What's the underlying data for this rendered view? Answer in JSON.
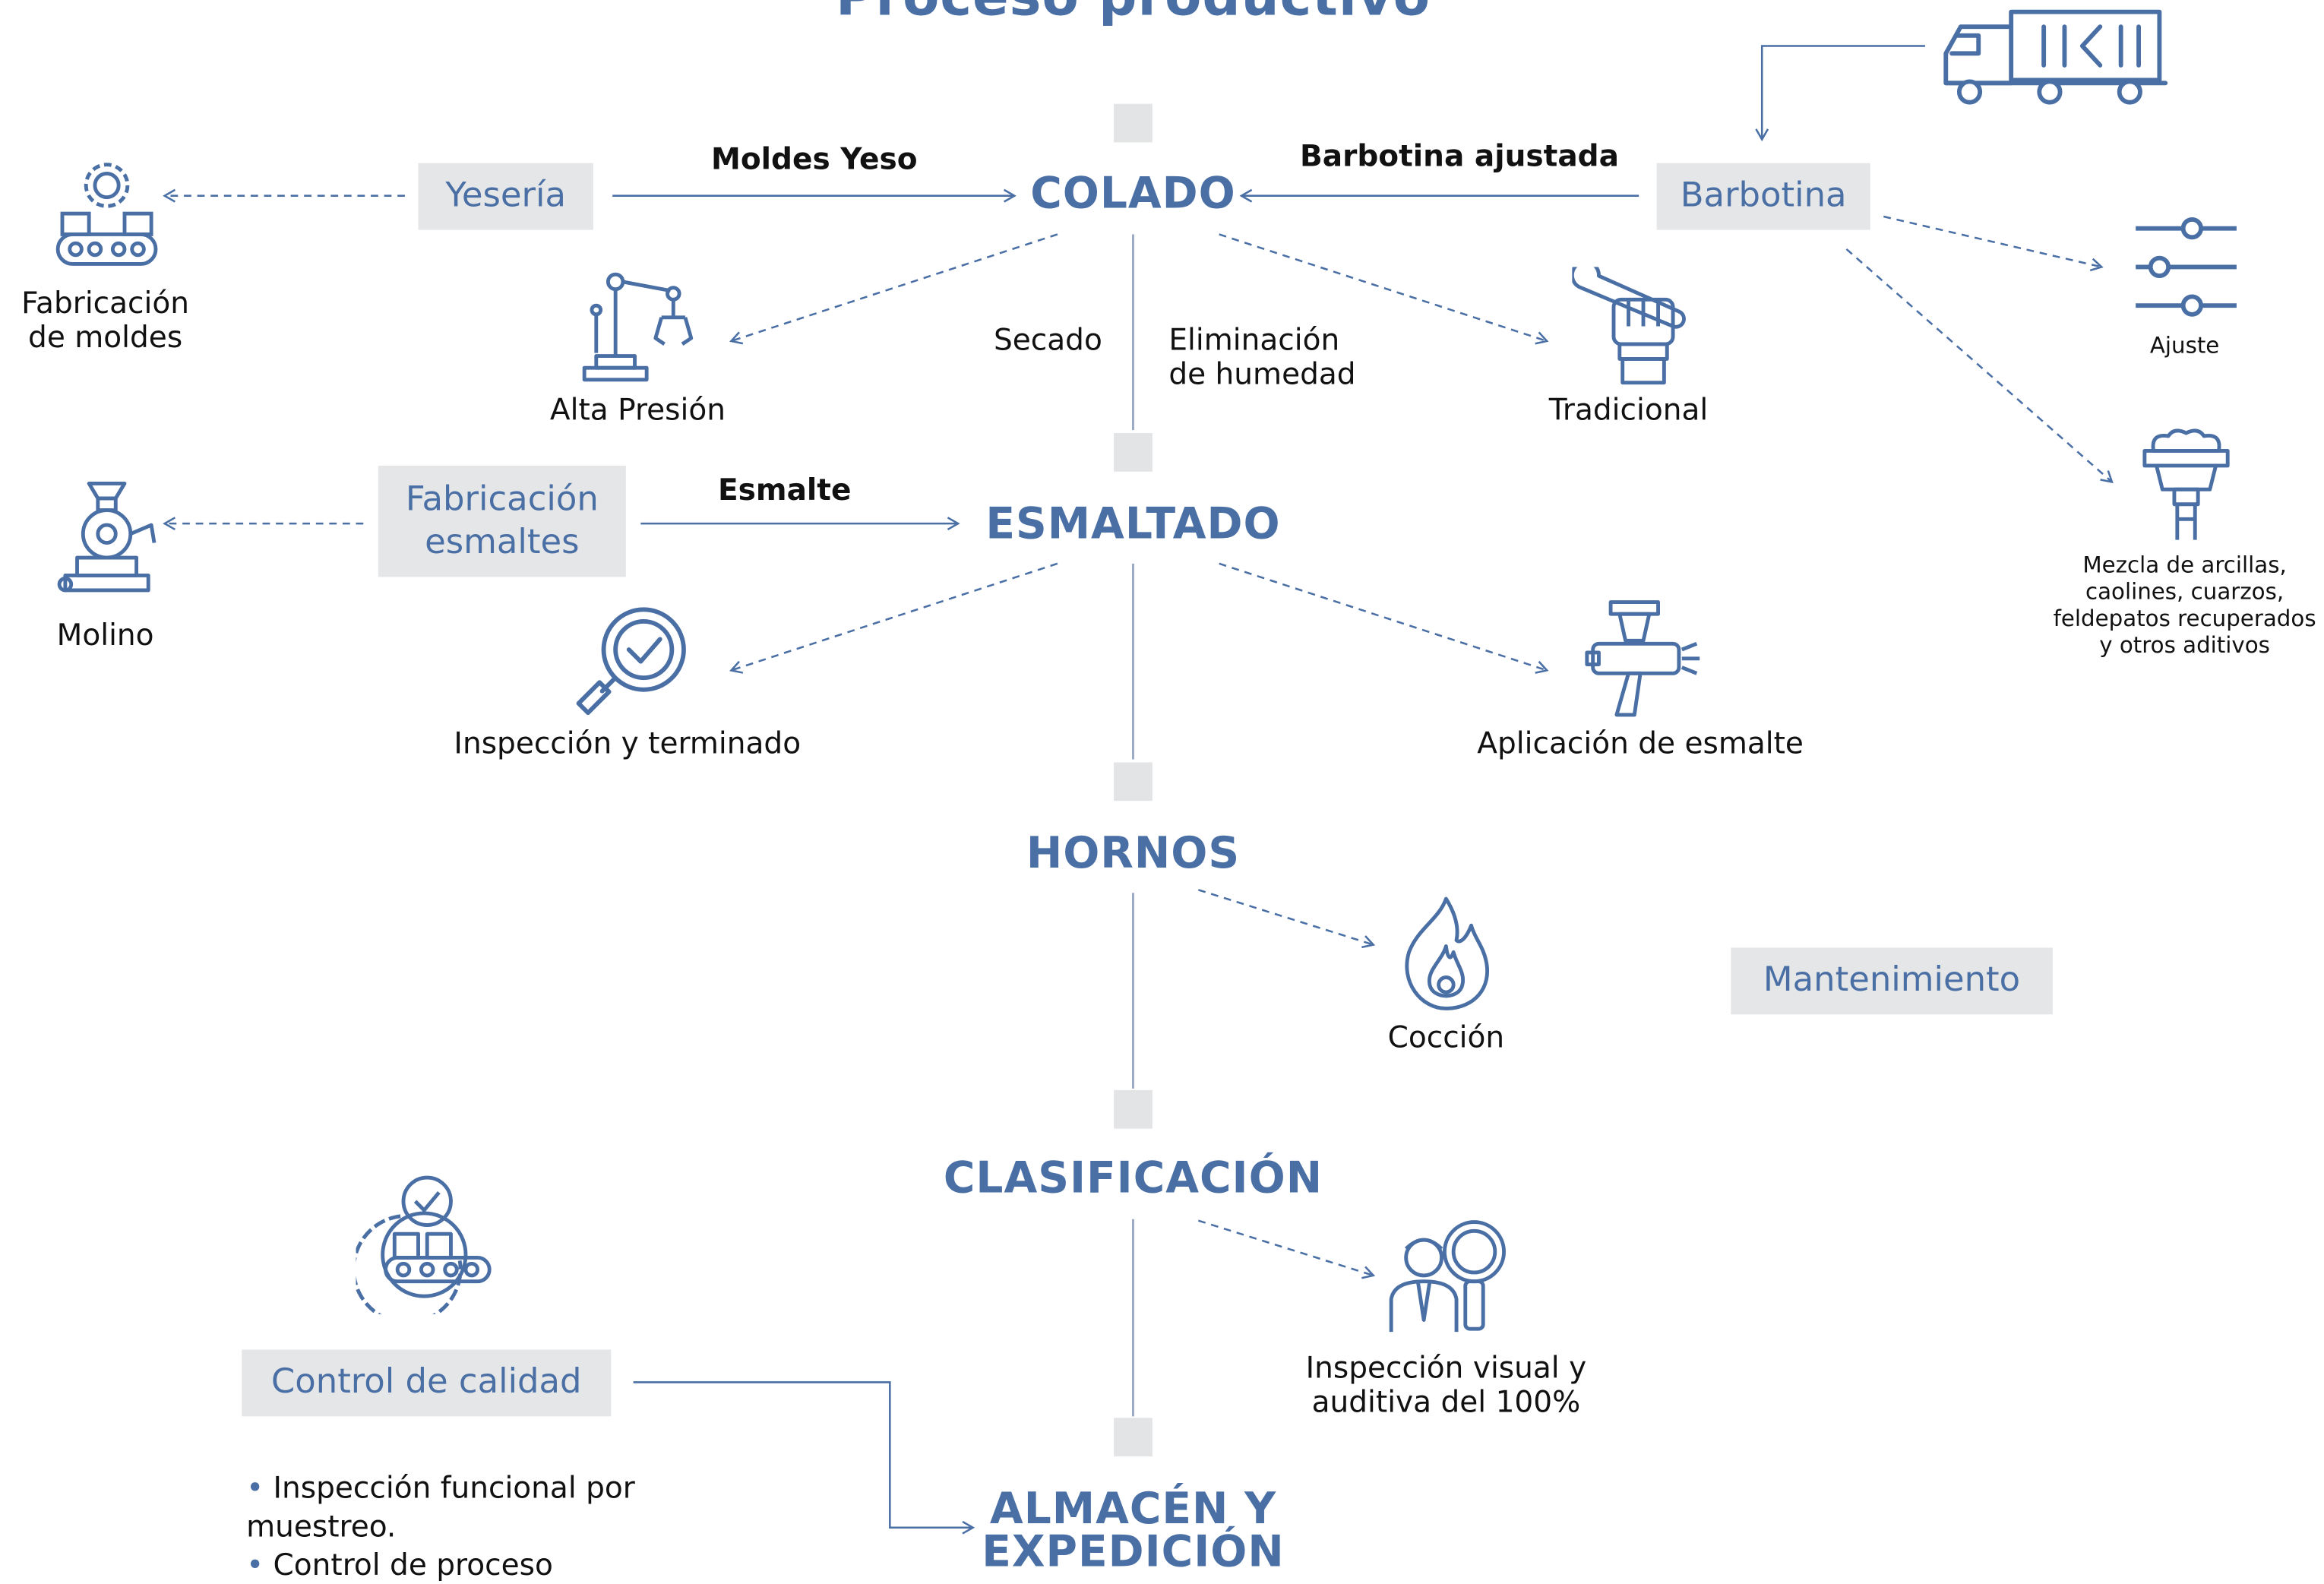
{
  "title": "Proceso productivo",
  "stages": {
    "colado": "COLADO",
    "esmaltado": "ESMALTADO",
    "hornos": "HORNOS",
    "clasificacion": "CLASIFICACIÓN",
    "almacen_line1": "ALMACÉN Y",
    "almacen_line2": "EXPEDICIÓN"
  },
  "boxes": {
    "yeseria": "Yesería",
    "barbotina": "Barbotina",
    "fabricacion_esmaltes_line1": "Fabricación",
    "fabricacion_esmaltes_line2": "esmaltes",
    "mantenimiento": "Mantenimiento",
    "control_calidad": "Control de calidad"
  },
  "flow_labels": {
    "moldes_yeso": "Moldes Yeso",
    "barbotina_ajustada": "Barbotina ajustada",
    "esmalte": "Esmalte",
    "secado": "Secado",
    "eliminacion_line1": "Eliminación",
    "eliminacion_line2": "de humedad"
  },
  "icon_labels": {
    "fabricacion_moldes_line1": "Fabricación",
    "fabricacion_moldes_line2": "de moldes",
    "alta_presion": "Alta Presión",
    "tradicional": "Tradicional",
    "ajuste": "Ajuste",
    "mezcla_line1": "Mezcla de arcillas,",
    "mezcla_line2": "caolines, cuarzos,",
    "mezcla_line3": "feldepatos recuperados",
    "mezcla_line4": "y otros aditivos",
    "molino": "Molino",
    "inspeccion_terminado": "Inspección y terminado",
    "aplicacion_esmalte": "Aplicación de esmalte",
    "coccion": "Cocción",
    "inspeccion_visual_line1": "Inspección visual y",
    "inspeccion_visual_line2": "auditiva del 100%"
  },
  "quality_bullets": {
    "bullet_char": "•",
    "item1_line1": "Inspección funcional por",
    "item1_line2": "muestreo.",
    "item2": "Control de proceso"
  },
  "icons": [
    "truck-icon",
    "gear-conveyor-icon",
    "robot-arm-icon",
    "hand-wrench-icon",
    "sliders-icon",
    "clay-mixer-icon",
    "mill-icon",
    "magnifier-check-icon",
    "spray-gun-icon",
    "fire-icon",
    "inspector-icon",
    "quality-gear-icon"
  ],
  "colors": {
    "accent": "#4a6fa5",
    "box_bg": "#e5e6e8",
    "text": "#111111",
    "line": "#4a6fa5"
  }
}
